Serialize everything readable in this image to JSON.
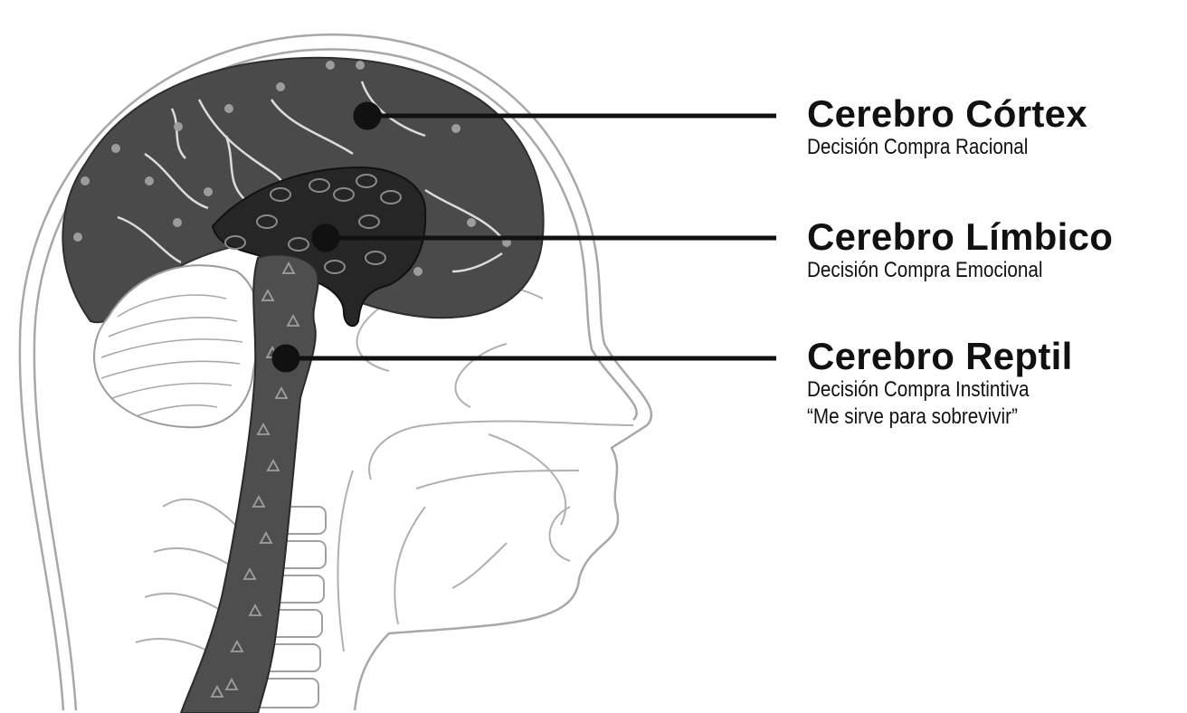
{
  "diagram": {
    "labels": [
      {
        "key": "cortex",
        "title": "Cerebro Córtex",
        "lines": [
          "Decisión Compra Racional"
        ]
      },
      {
        "key": "limbic",
        "title": "Cerebro Límbico",
        "lines": [
          "Decisión Compra Emocional"
        ]
      },
      {
        "key": "reptile",
        "title": "Cerebro Reptil",
        "lines": [
          "Decisión Compra Instintiva",
          "“Me sirve para sobrevivir”"
        ]
      }
    ],
    "colors": {
      "cortex": "#4a4a4a",
      "limbic": "#262626",
      "brainstem": "#4e4e4e",
      "outline": "#9a9a9a",
      "leader": "#111111"
    }
  }
}
